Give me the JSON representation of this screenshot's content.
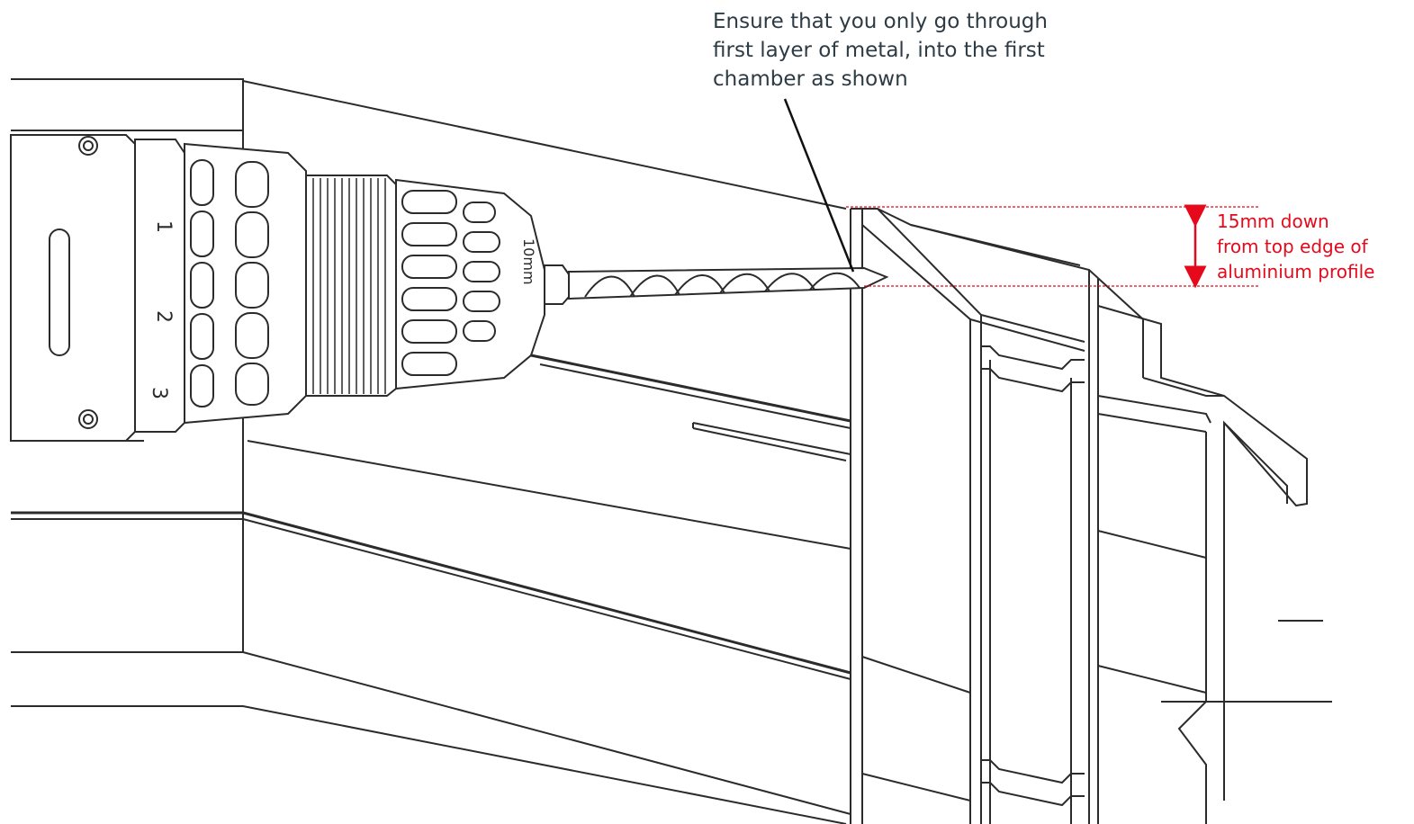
{
  "annotations": {
    "drilling_note": {
      "lines": [
        "Ensure that you only go through",
        "first layer of metal, into the first",
        "chamber as shown"
      ]
    },
    "depth_note": {
      "lines": [
        "15mm down",
        "from top edge of",
        "aluminium profile"
      ]
    }
  },
  "drill": {
    "clutch_numbers": [
      "1",
      "2",
      "3"
    ],
    "chuck_text": "10mm"
  },
  "colors": {
    "line": "#2b2b2b",
    "note_text": "#2d3b45",
    "dimension_red": "#e6091c"
  }
}
